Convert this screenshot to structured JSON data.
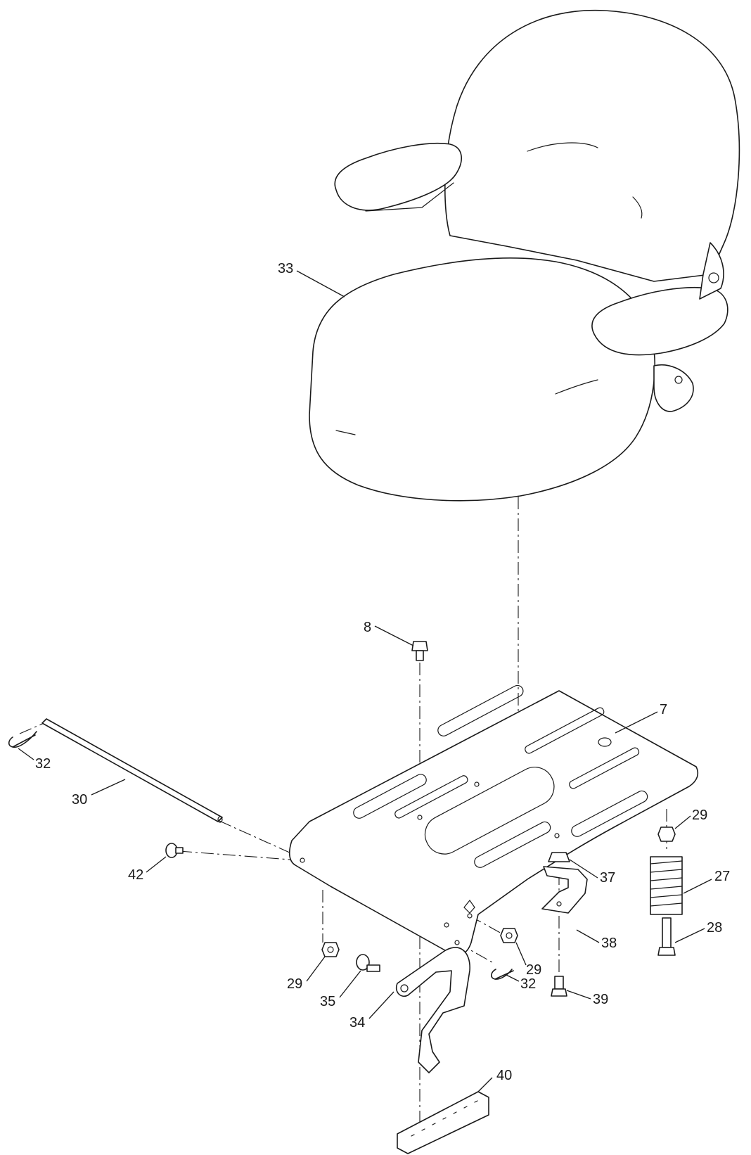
{
  "diagram": {
    "callouts": {
      "c33": "33",
      "c8": "8",
      "c7": "7",
      "c32a": "32",
      "c30": "30",
      "c42": "42",
      "c29a": "29",
      "c27": "27",
      "c28": "28",
      "c37": "37",
      "c38": "38",
      "c39": "39",
      "c29b": "29",
      "c29c": "29",
      "c32b": "32",
      "c35": "35",
      "c34": "34",
      "c40": "40"
    }
  }
}
